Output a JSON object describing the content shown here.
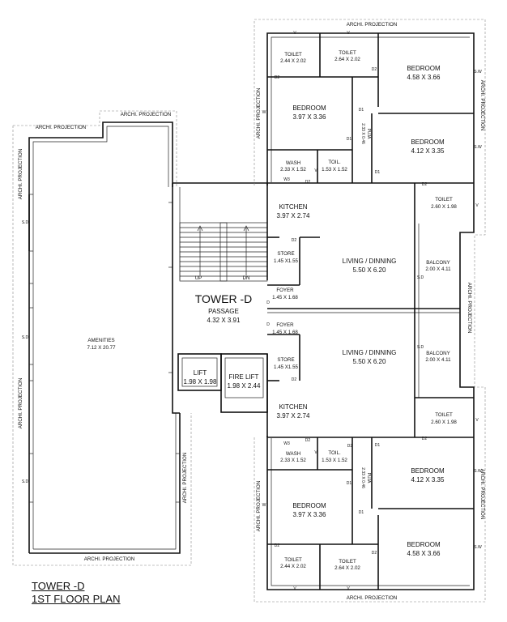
{
  "title": {
    "line1": "TOWER -D",
    "line2": "1ST FLOOR PLAN"
  },
  "projection": "ARCHI. PROJECTION",
  "rooms": [
    {
      "id": "toilet-1-top",
      "name": "TOILET",
      "size": "2.44 X 2.02"
    },
    {
      "id": "toilet-2-top",
      "name": "TOILET",
      "size": "2.64 X 2.02"
    },
    {
      "id": "bedroom-1-top",
      "name": "BEDROOM",
      "size": "4.58 X 3.66"
    },
    {
      "id": "bedroom-2-top",
      "name": "BEDROOM",
      "size": "3.97 X 3.36"
    },
    {
      "id": "pu-top",
      "name": "PUJA",
      "size": "2.33 X 0.46"
    },
    {
      "id": "bedroom-3-top",
      "name": "BEDROOM",
      "size": "4.12 X 3.35"
    },
    {
      "id": "wash-top",
      "name": "WASH",
      "size": "2.33 X 1.52"
    },
    {
      "id": "toil-top",
      "name": "TOIL.",
      "size": "1.53 X 1.52"
    },
    {
      "id": "toilet-3-top",
      "name": "TOILET",
      "size": "2.60 X 1.98"
    },
    {
      "id": "kitchen-top",
      "name": "KITCHEN",
      "size": "3.97 X 2.74"
    },
    {
      "id": "store-top",
      "name": "STORE",
      "size": "1.45 X1.55"
    },
    {
      "id": "living-top",
      "name": "LIVING / DINNING",
      "size": "5.50 X 6.20"
    },
    {
      "id": "balcony-top",
      "name": "BALCONY",
      "size": "2.00 X 4.11"
    },
    {
      "id": "foyer-top",
      "name": "FOYER",
      "size": "1.45 X 1.68"
    },
    {
      "id": "foyer-bot",
      "name": "FOYER",
      "size": "1.45 X 1.68"
    },
    {
      "id": "living-bot",
      "name": "LIVING / DINNING",
      "size": "5.50 X 6.20"
    },
    {
      "id": "balcony-bot",
      "name": "BALCONY",
      "size": "2.00 X 4.11"
    },
    {
      "id": "store-bot",
      "name": "STORE",
      "size": "1.45 X1.55"
    },
    {
      "id": "kitchen-bot",
      "name": "KITCHEN",
      "size": "3.97 X 2.74"
    },
    {
      "id": "toilet-3-bot",
      "name": "TOILET",
      "size": "2.60 X 1.98"
    },
    {
      "id": "wash-bot",
      "name": "WASH",
      "size": "2.33 X 1.52"
    },
    {
      "id": "toil-bot",
      "name": "TOIL.",
      "size": "1.53 X 1.52"
    },
    {
      "id": "pu-bot",
      "name": "PUJA",
      "size": "2.33 X 0.46"
    },
    {
      "id": "bedroom-3-bot",
      "name": "BEDROOM",
      "size": "4.12 X 3.35"
    },
    {
      "id": "bedroom-2-bot",
      "name": "BEDROOM",
      "size": "3.97 X 3.36"
    },
    {
      "id": "bedroom-1-bot",
      "name": "BEDROOM",
      "size": "4.58 X 3.66"
    },
    {
      "id": "toilet-1-bot",
      "name": "TOILET",
      "size": "2.44 X 2.02"
    },
    {
      "id": "toilet-2-bot",
      "name": "TOILET",
      "size": "2.64 X 2.02"
    },
    {
      "id": "amenities",
      "name": "AMENITIES",
      "size": "7.12 X 20.77"
    }
  ],
  "core": {
    "tower": "TOWER -D",
    "passage": "PASSAGE",
    "passage_size": "4.32 X 3.91",
    "lift": "LIFT",
    "lift_size": "1.98 X 1.98",
    "fire_lift": "FIRE LIFT",
    "fire_lift_size": "1.98 X 2.44",
    "up": "UP",
    "dn": "DN"
  },
  "marks": {
    "d1": "D1",
    "d2": "D2",
    "w": "W",
    "w3": "W3",
    "v": "V",
    "sw": "S.W",
    "sd": "S.D",
    "d": "D"
  }
}
